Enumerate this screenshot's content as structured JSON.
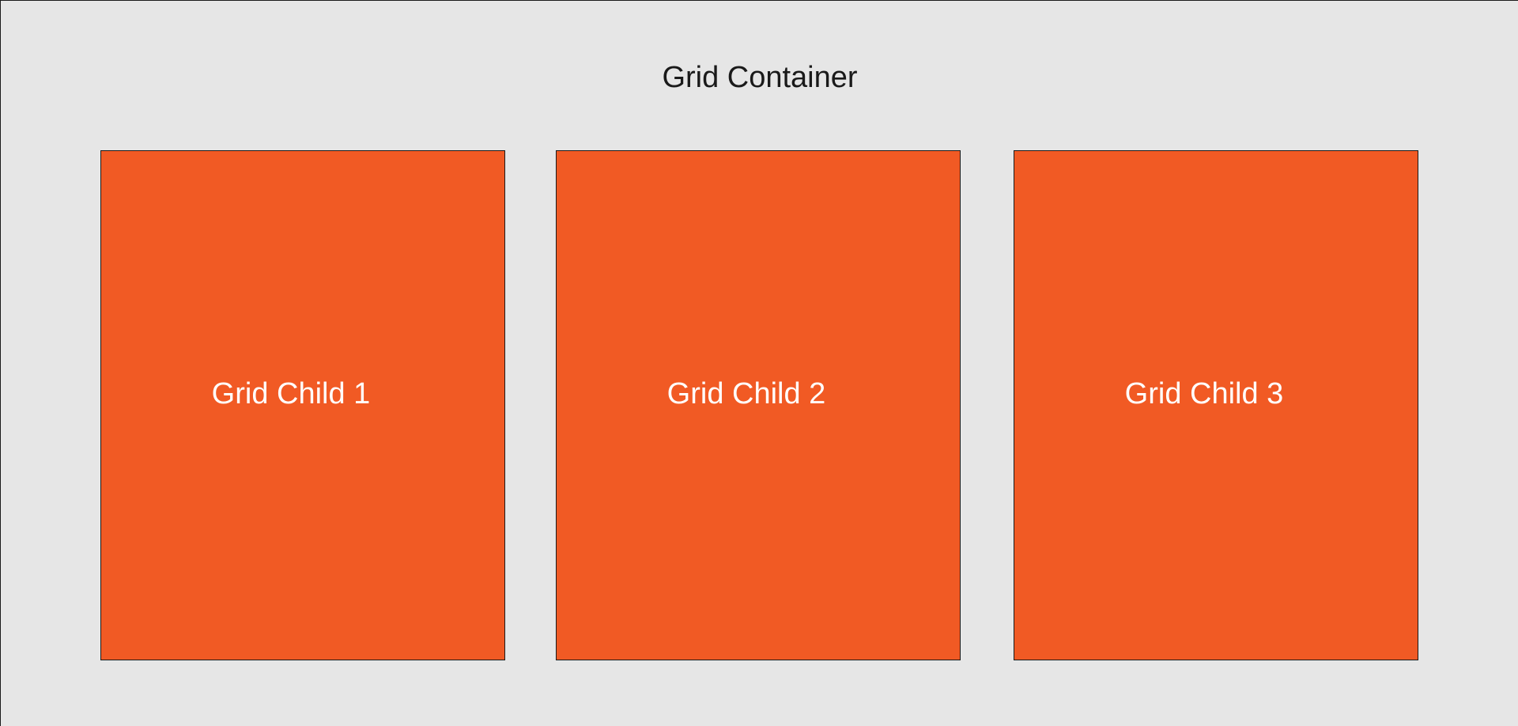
{
  "container": {
    "title": "Grid Container",
    "background_color": "#e6e6e6"
  },
  "children": [
    {
      "label": "Grid Child 1",
      "color": "#f15a24"
    },
    {
      "label": "Grid Child 2",
      "color": "#f15a24"
    },
    {
      "label": "Grid Child 3",
      "color": "#f15a24"
    }
  ]
}
